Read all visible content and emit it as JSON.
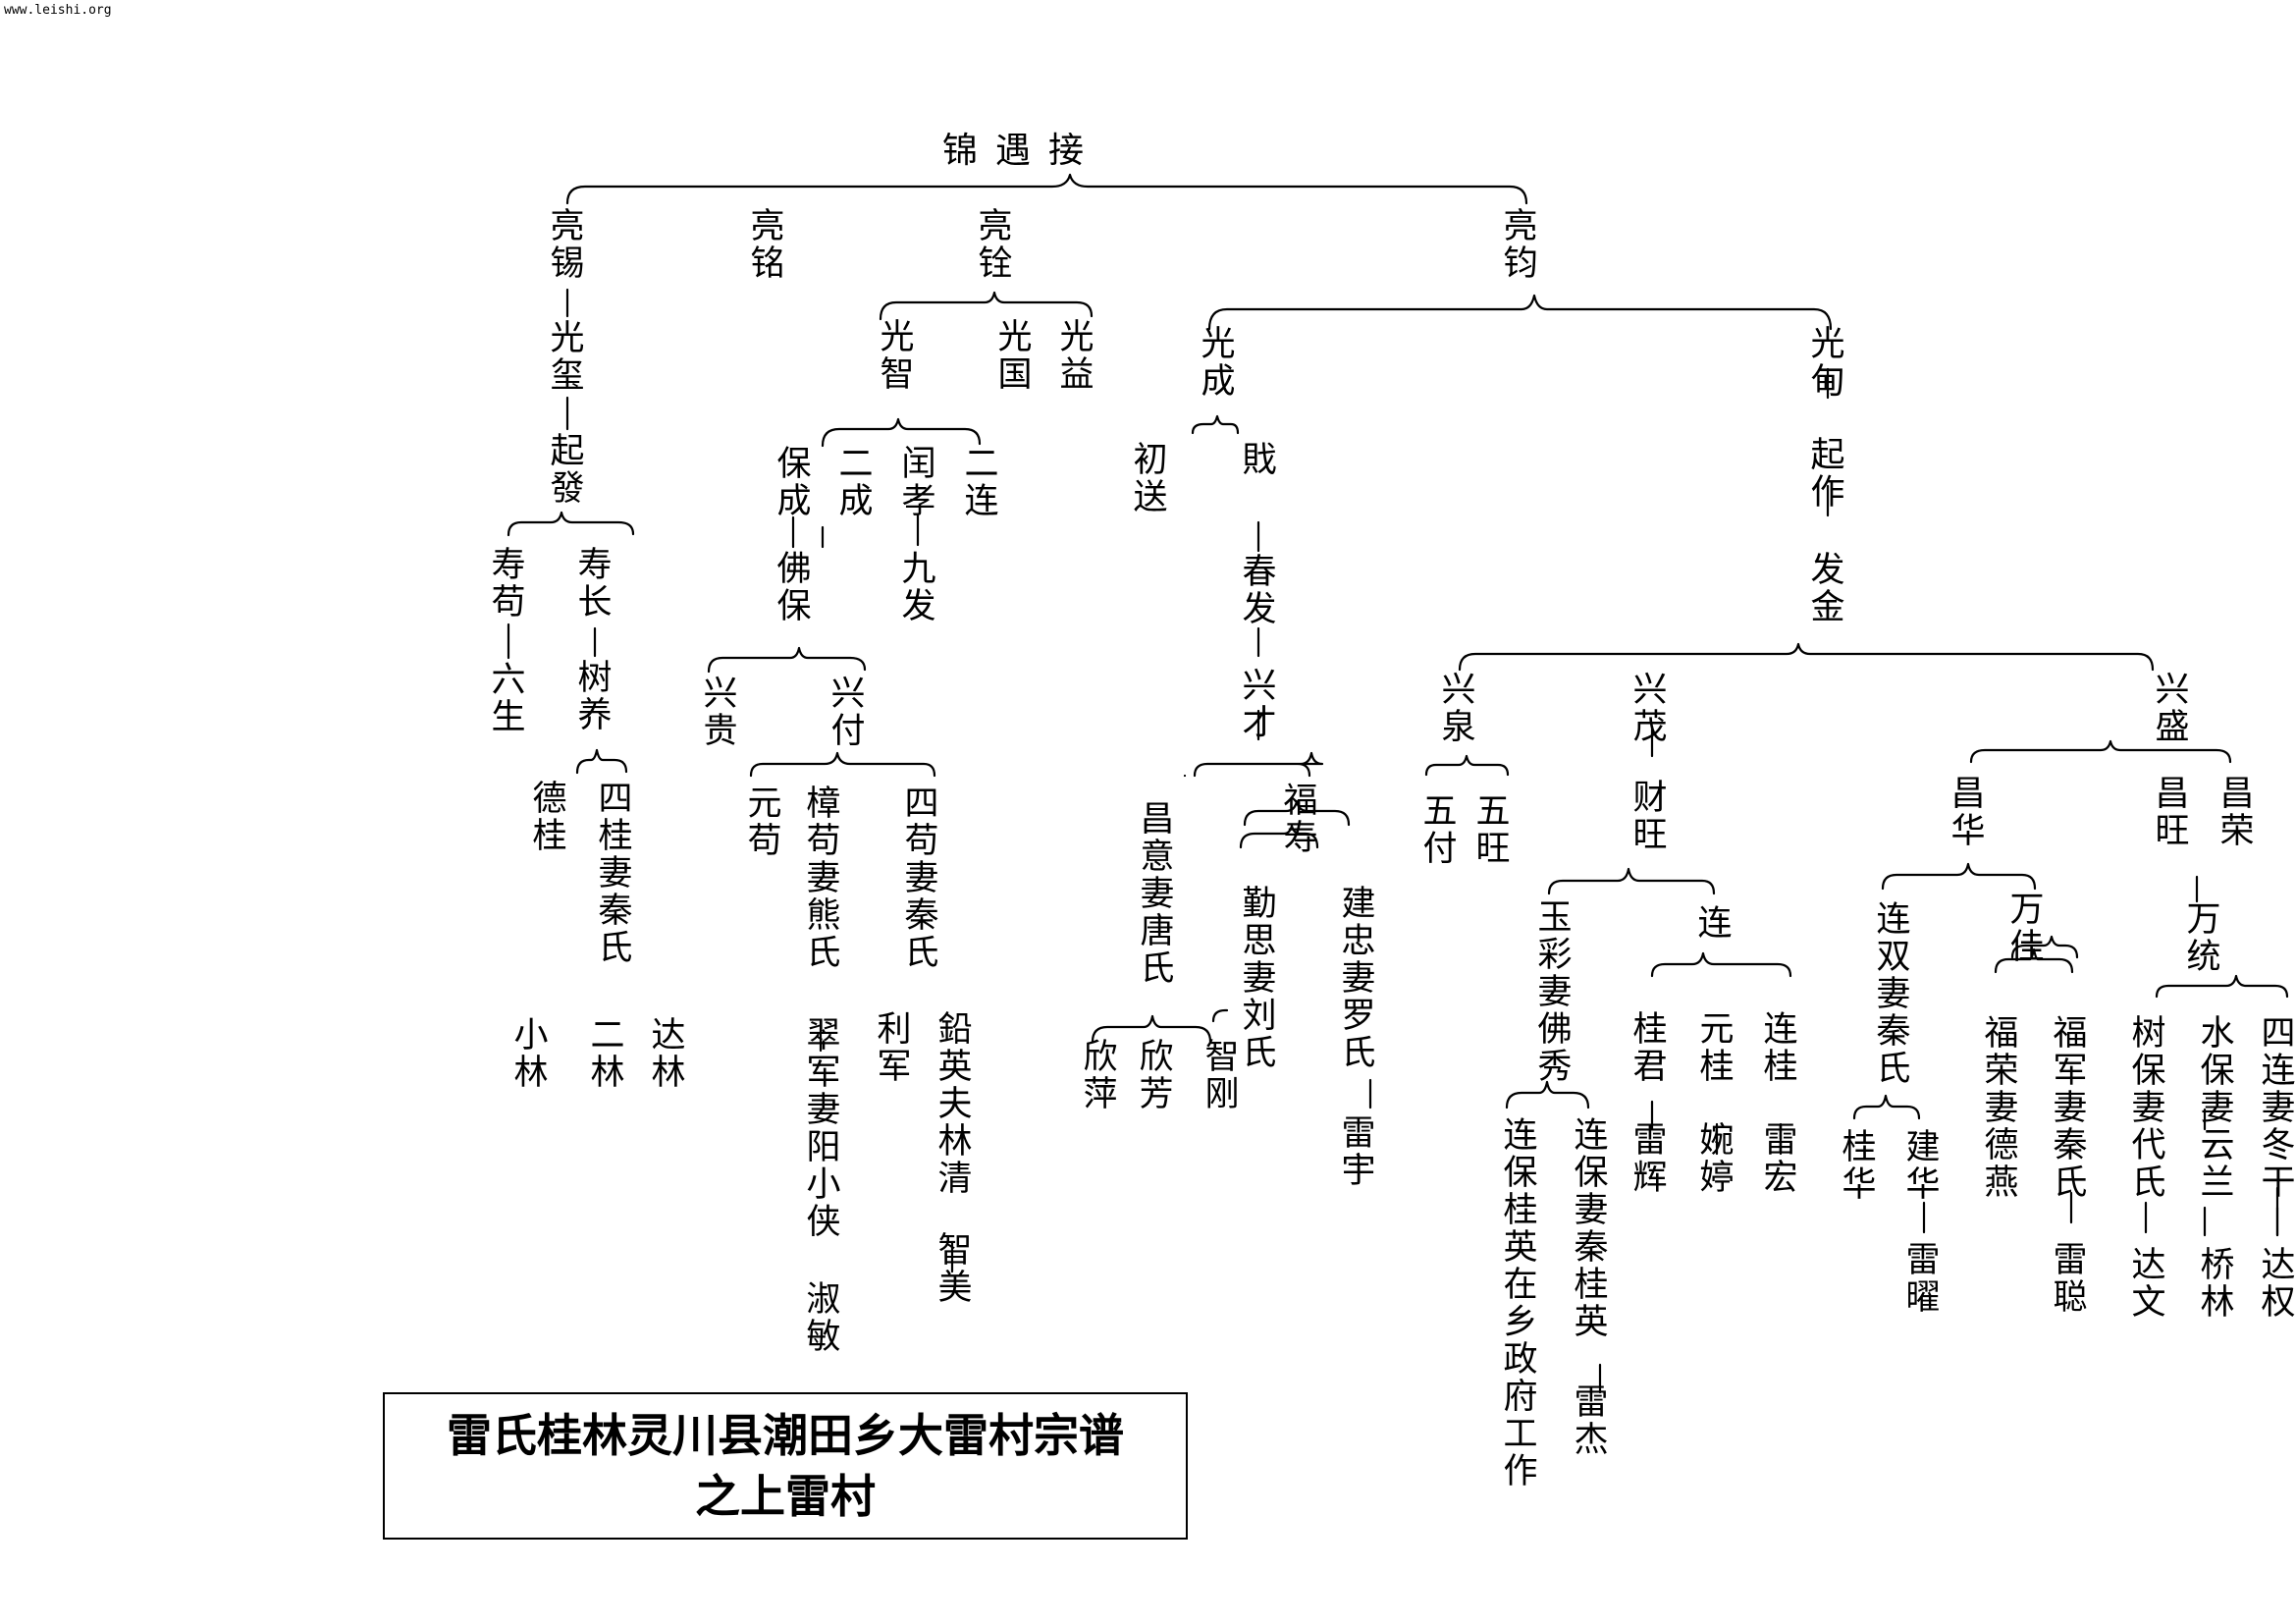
{
  "site": "www.leishi.org",
  "title": {
    "line1": "雷氏桂林灵川县潮田乡大雷村宗谱",
    "line2": "之上雷村"
  },
  "people": {
    "p0": "锦遇接",
    "p1": "亮锡",
    "p2": "亮铭",
    "p3": "亮铨",
    "p4": "亮钧",
    "p5": "光玺",
    "p6": "起發",
    "p7": "寿苟",
    "p8": "六生",
    "p9": "寿长",
    "p10": "树养",
    "p11": "德桂",
    "p12": "四桂妻秦氏",
    "p13": "小林",
    "p14": "二林",
    "p15": "达林",
    "p16": "光智",
    "p17": "光国",
    "p18": "光益",
    "p19": "保成",
    "p20": "二成",
    "p21": "闰孝",
    "p22": "二连",
    "p23": "佛保",
    "p24": "九发",
    "p25": "兴贵",
    "p26": "兴付",
    "p27": "元苟",
    "p28": "樟苟妻熊氏",
    "p29": "翠军妻阳小侠",
    "p30": "淑敏",
    "p31": "四苟妻秦氏",
    "p32": "利军",
    "p33": "鉛英夫林清",
    "p34": "智美",
    "p35": "光成",
    "p36": "初送",
    "p37": "戝",
    "p38": "春发",
    "p39": "兴才",
    "p40": "昌意妻唐氏",
    "p41": "欣萍",
    "p42": "欣芳",
    "p43": "智刚",
    "p44": "福寿",
    "p45": "勤思妻刘氏",
    "p46": "建忠妻罗氏",
    "p47": "雷宇",
    "p48": "光甸",
    "p49": "起作",
    "p50": "发金",
    "p51": "兴泉",
    "p52": "五付",
    "p53": "五旺",
    "p54": "兴茂",
    "p55": "财旺",
    "p56": "玉彩妻佛秀",
    "p57": "连保桂英在乡政府工作",
    "p58": "连保妻秦桂英",
    "p59": "雷杰",
    "p60": "连",
    "p61": "桂君",
    "p62": "雷辉",
    "p63": "元桂",
    "p64": "婉婷",
    "p65": "连桂",
    "p66": "雷宏",
    "p67": "兴盛",
    "p68": "昌华",
    "p69": "连双妻秦氏",
    "p70": "桂华",
    "p71": "建华",
    "p72": "雷曜",
    "p73": "万佳",
    "p74": "福荣妻德燕",
    "p75": "福军妻秦氏",
    "p76": "雷聪",
    "p77": "昌旺",
    "p78": "昌荣",
    "p79": "万统",
    "p80": "树保妻代氏",
    "p81": "达文",
    "p82": "水保妻云兰",
    "p83": "桥林",
    "p84": "四连妻冬干",
    "p85": "达权"
  }
}
